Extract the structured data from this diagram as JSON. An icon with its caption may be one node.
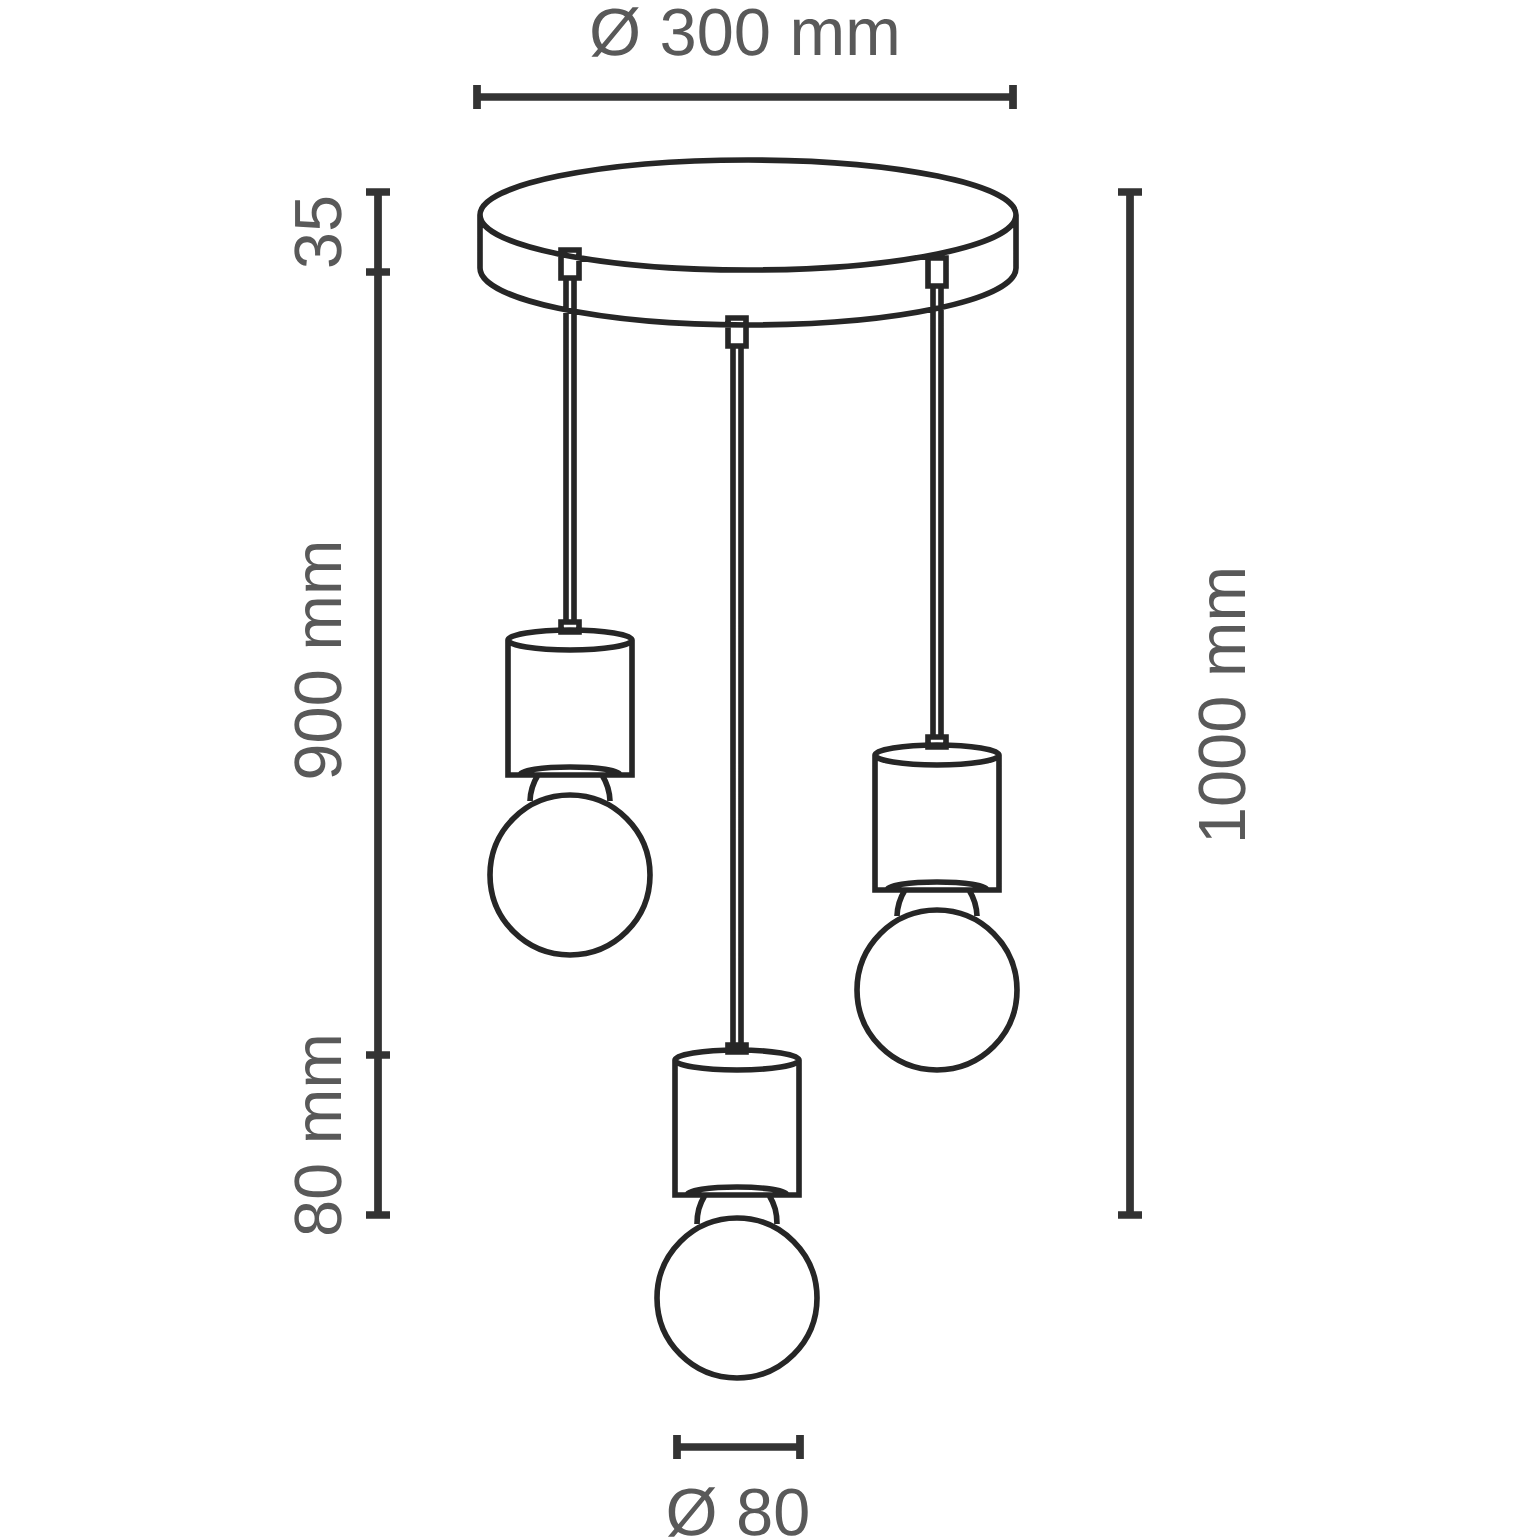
{
  "diagram": {
    "labels": [
      "Ø 300 mm",
      "35",
      "900 mm",
      "80 mm",
      "1000 mm",
      "Ø 80"
    ]
  }
}
